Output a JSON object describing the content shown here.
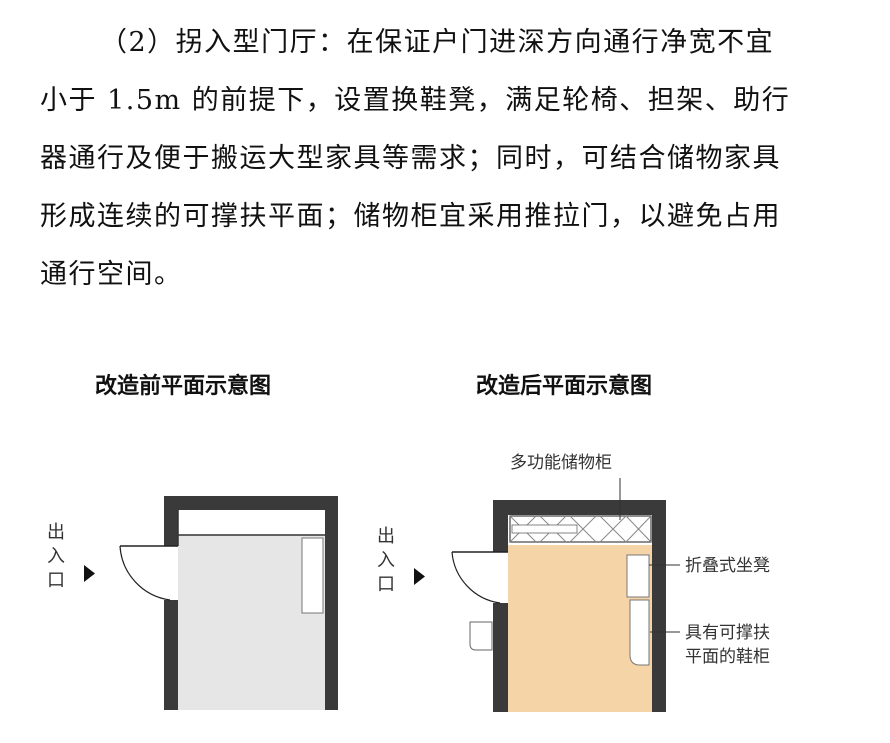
{
  "paragraph": [
    "（2）拐入型门厅：在保证户门进深方向通行净宽不宜",
    "小于 1.5m 的前提下，设置换鞋凳，满足轮椅、担架、助行",
    "器通行及便于搬运大型家具等需求；同时，可结合储物家具",
    "形成连续的可撑扶平面；储物柜宜采用推拉门，以避免占用",
    "通行空间。"
  ],
  "before": {
    "title": "改造前平面示意图",
    "entrance": [
      "出",
      "入",
      "口"
    ]
  },
  "after": {
    "title": "改造后平面示意图",
    "entrance": [
      "出",
      "入",
      "口"
    ],
    "labels": {
      "storage": "多功能储物柜",
      "bench": "折叠式坐凳",
      "shoe_line1": "具有可撑扶",
      "shoe_line2": "平面的鞋柜"
    }
  },
  "colors": {
    "wall": "#3a3a3a",
    "floor_before": "#e6e6e6",
    "floor_after": "#f5d4a8"
  }
}
